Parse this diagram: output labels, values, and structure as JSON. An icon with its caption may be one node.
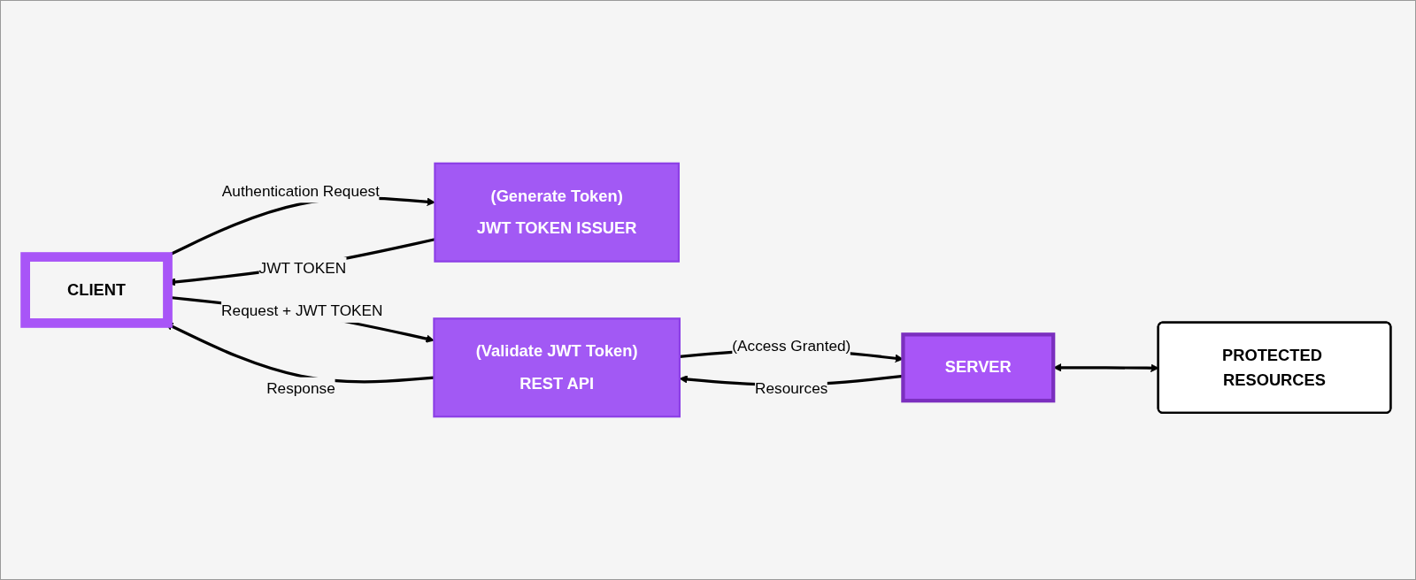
{
  "diagram": {
    "nodes": [
      {
        "text": [
          "CLIENT"
        ]
      },
      {
        "text": [
          "(Generate Token)",
          "JWT TOKEN ISSUER"
        ]
      },
      {
        "text": [
          "(Validate JWT Token)",
          "REST API"
        ]
      },
      {
        "text": [
          "SERVER"
        ]
      },
      {
        "text": [
          "PROTECTED RESOURCES"
        ]
      }
    ],
    "edges": [
      {
        "from": 0,
        "to": 1,
        "arrow": "to",
        "label": "Authentication Request"
      },
      {
        "from": 1,
        "to": 0,
        "arrow": "to",
        "label": "JWT TOKEN"
      },
      {
        "from": 0,
        "to": 2,
        "arrow": "to",
        "label": "Request + JWT TOKEN"
      },
      {
        "from": 2,
        "to": 0,
        "arrow": "to",
        "label": "Response"
      },
      {
        "from": 2,
        "to": 3,
        "arrow": "to",
        "label": "(Access Granted)"
      },
      {
        "from": 3,
        "to": 2,
        "arrow": "to",
        "label": "Resources"
      },
      {
        "from": 3,
        "to": 4,
        "arrow": "both"
      }
    ]
  }
}
